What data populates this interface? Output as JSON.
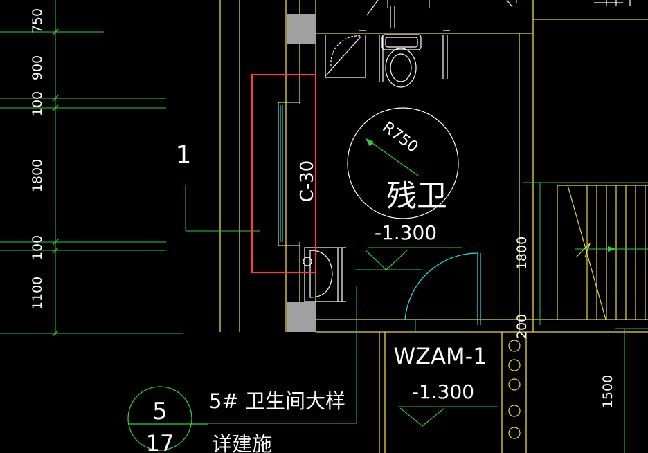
{
  "colors": {
    "background": "#000000",
    "wall": "#e8d44a",
    "dimension": "#2ecc40",
    "fixture": "#ffffff",
    "door": "#29d3e8",
    "column": "#a0a0a0",
    "highlight": "#ff3b3b"
  },
  "left_dimensions": [
    "750",
    "900",
    "100",
    "1800",
    "100",
    "1100"
  ],
  "right_dimensions": [
    "1800",
    "200",
    "1500"
  ],
  "room": {
    "radius_label": "R750",
    "name": "残卫",
    "level": "-1.300"
  },
  "window_tag": "C-30",
  "grid_number": "1",
  "corridor": {
    "door_code": "WZAM-1",
    "level": "-1.300"
  },
  "detail_callout": {
    "number": "5",
    "sheet": "17",
    "title": "5# 卫生间大样",
    "subtitle": "详建施"
  },
  "icons": {
    "toilet": "toilet-icon",
    "washbasin": "washbasin-icon",
    "level_marker": "elevation-triangle-icon",
    "column_circles": "column-circle-icon"
  }
}
